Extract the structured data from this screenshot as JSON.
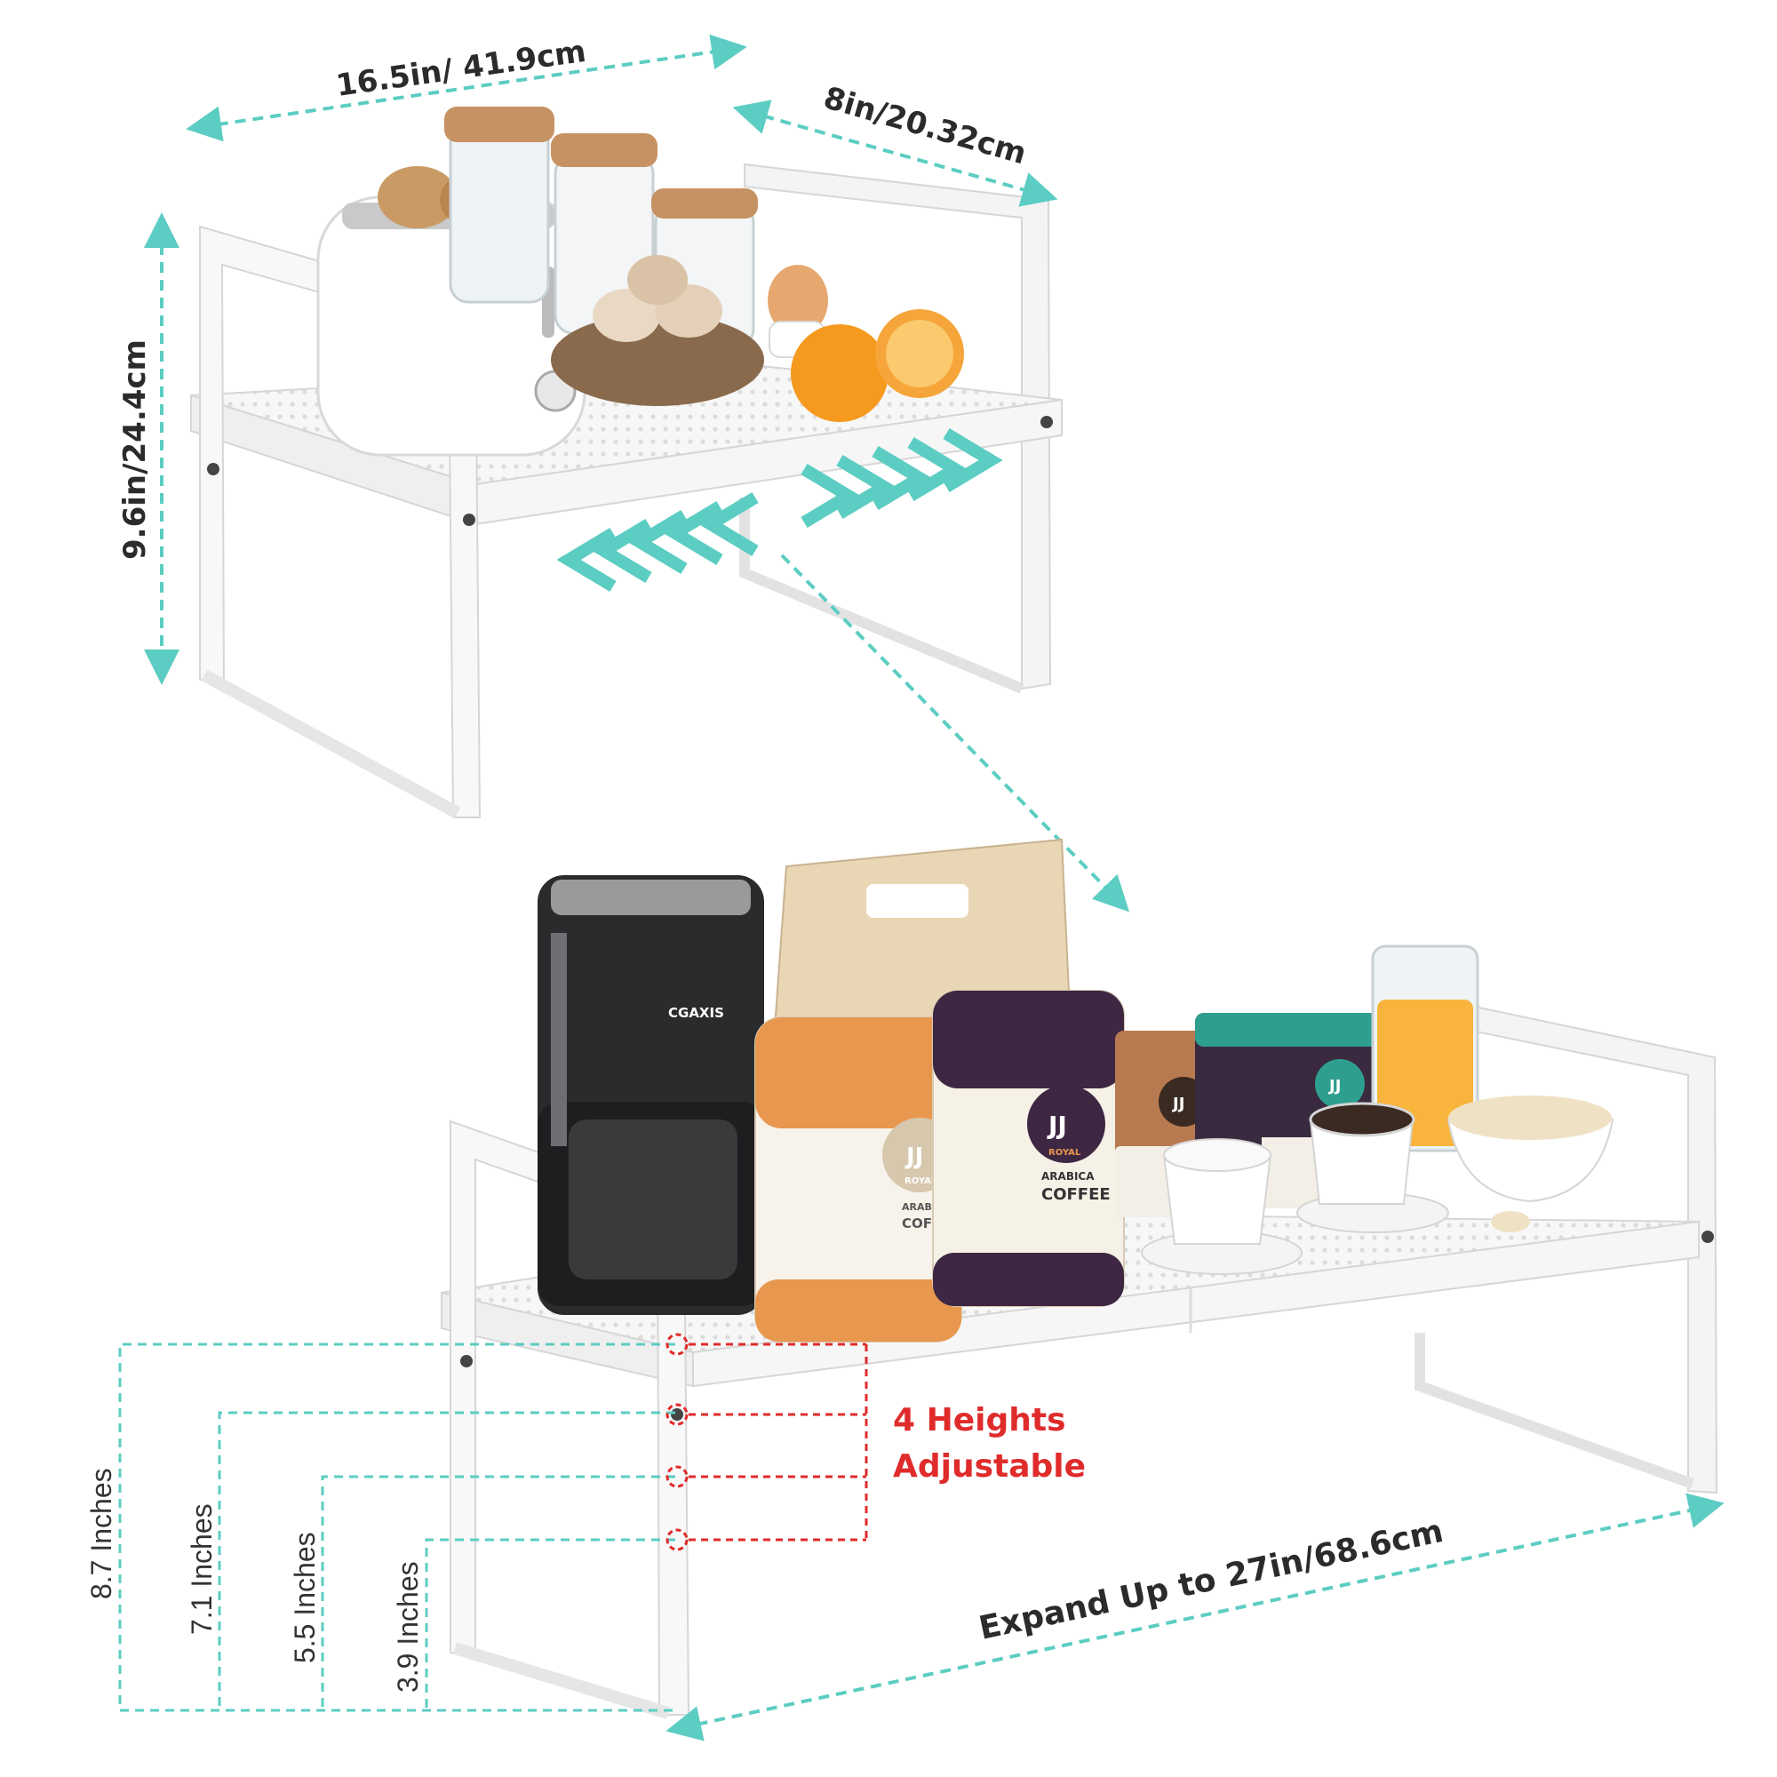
{
  "dimensions": {
    "width_label": "16.5in/ 41.9cm",
    "depth_label": "8in/20.32cm",
    "height_label": "9.6in/24.4cm",
    "expand_label": "Expand Up to 27in/68.6cm"
  },
  "heights": {
    "title_line1": "4 Heights",
    "title_line2": "Adjustable",
    "levels": [
      "8.7 Inches",
      "7.1 Inches",
      "5.5 Inches",
      "3.9 Inches"
    ]
  },
  "products": {
    "coffee_maker_brand": "CGAXIS",
    "jar_brand": "JJ",
    "jar_subbrand": "ROYAL",
    "jar_arabica": "ARABICA",
    "jar_coffee": "COFFEE"
  },
  "colors": {
    "teal": "#5ccdc2",
    "red": "#e02b2b",
    "rack": "#f7f7f7",
    "rack_edge": "#d6d6d6"
  },
  "icons": {
    "arrows": "chevron-arrows-icon"
  }
}
